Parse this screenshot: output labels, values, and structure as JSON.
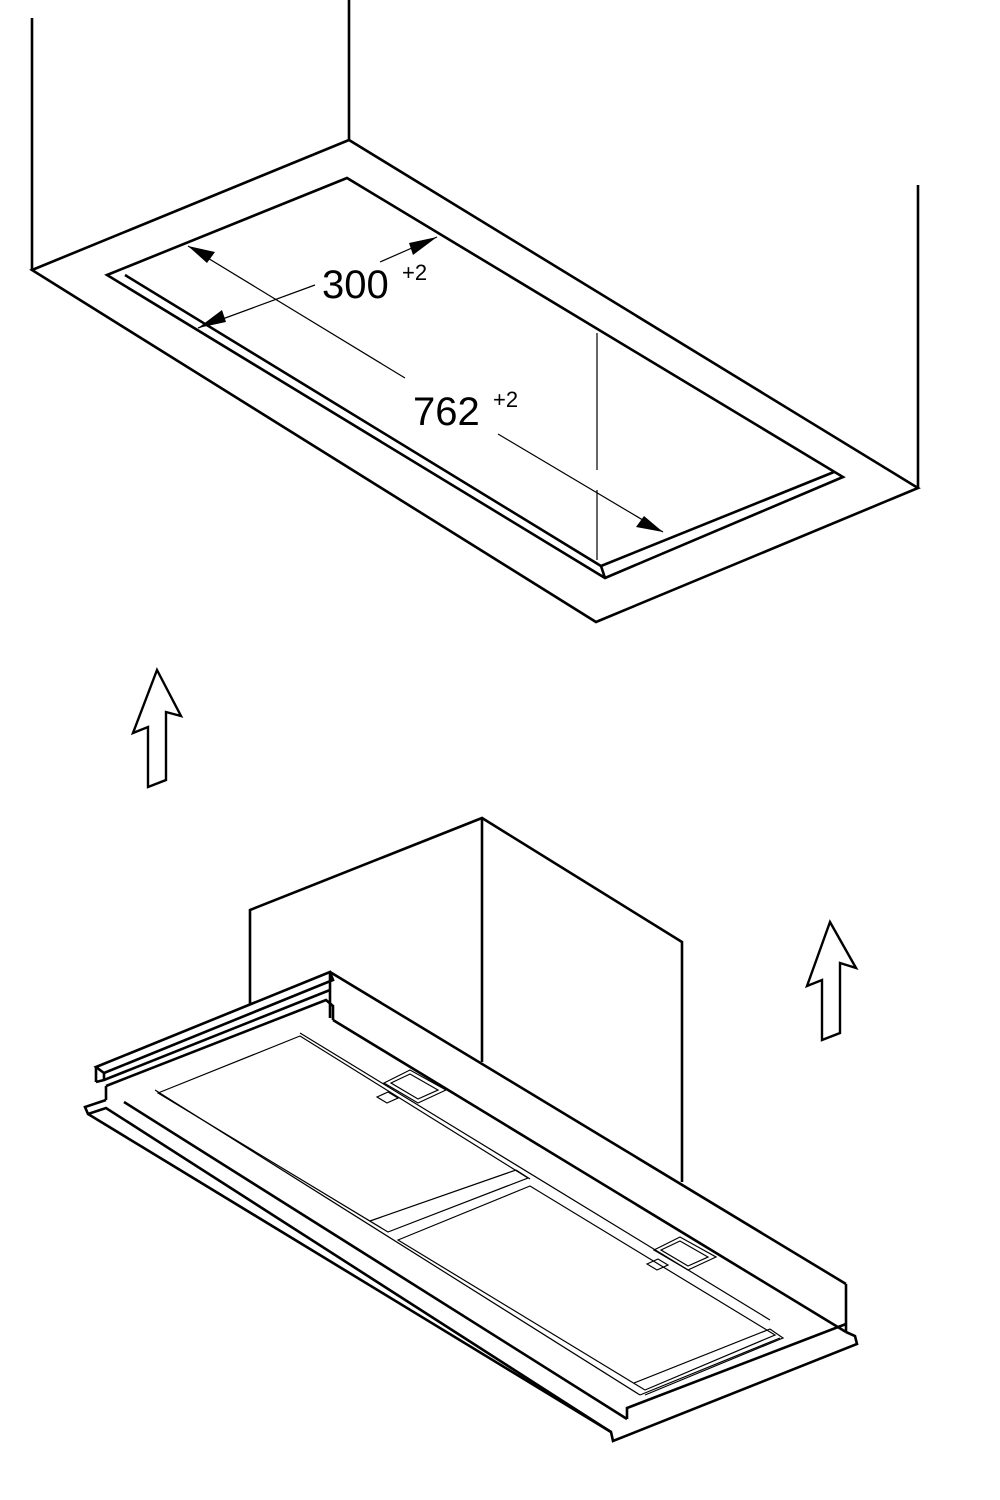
{
  "dimensions": {
    "width": {
      "value": "300",
      "tolerance": "+2"
    },
    "length": {
      "value": "762",
      "tolerance": "+2"
    }
  },
  "colors": {
    "line": "#000000",
    "background": "#ffffff"
  }
}
